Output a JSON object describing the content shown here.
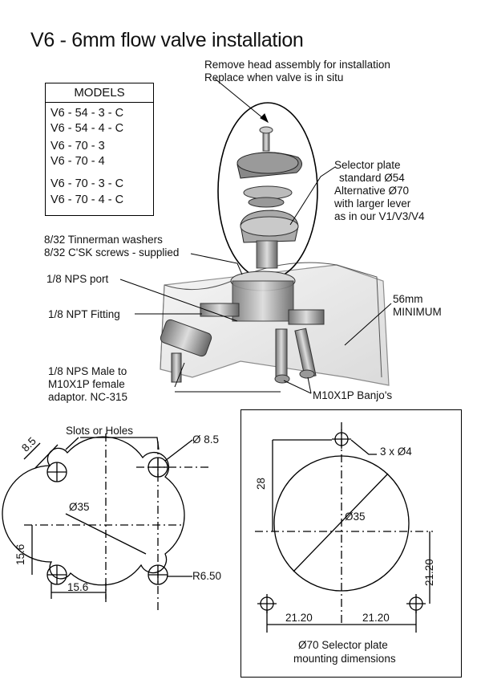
{
  "title": "V6 - 6mm flow valve installation",
  "models": {
    "heading": "MODELS",
    "items": [
      "V6 - 54 - 3 - C",
      "V6 - 54 - 4 - C",
      "V6 - 70 - 3",
      "V6 - 70 - 4",
      "V6 - 70 - 3 - C",
      "V6 - 70 - 4 - C"
    ]
  },
  "callouts": {
    "head_line1": "Remove head assembly for installation",
    "head_line2": "Replace when valve is in situ",
    "selector_line1": "Selector plate",
    "selector_line2": "standard Ø54",
    "selector_line3": "Alternative Ø70",
    "selector_line4": "with larger lever",
    "selector_line5": "as in our V1/V3/V4",
    "washers_line1": "8/32 Tinnerman washers",
    "washers_line2": "8/32 C'SK screws - supplied",
    "nps_port": "1/8 NPS port",
    "npt_fitting": "1/8 NPT Fitting",
    "min_line1": "56mm",
    "min_line2": "MINIMUM",
    "adaptor_line1": "1/8 NPS Male to",
    "adaptor_line2": "M10X1P female",
    "adaptor_line3": "adaptor. NC-315",
    "banjos": "M10X1P Banjo's"
  },
  "left_drawing": {
    "slots_label": "Slots or Holes",
    "slot_width": "8.5",
    "hole_dia": "Ø 8.5",
    "body_dia": "Ø35",
    "height": "15.6",
    "width": "15.6",
    "radius": "R6.50"
  },
  "right_drawing": {
    "holes": "3 x Ø4",
    "vertical": "28",
    "dia": "Ø35",
    "right_height": "21.20",
    "left_width": "21.20",
    "right_width": "21.20",
    "caption_line1": "Ø70 Selector plate",
    "caption_line2": "mounting dimensions"
  }
}
